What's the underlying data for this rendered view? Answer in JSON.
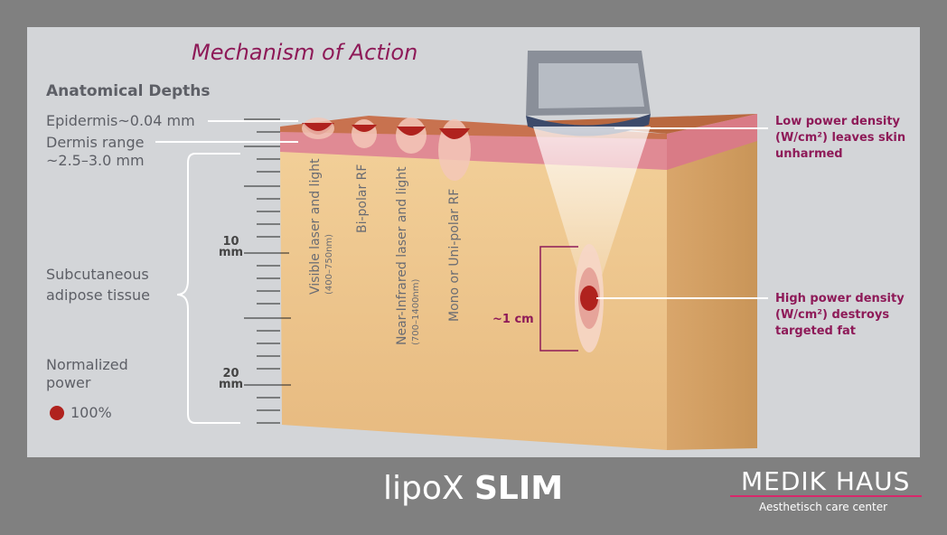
{
  "title": "Mechanism of Action",
  "anatomical_header": "Anatomical Depths",
  "epidermis": "Epidermis~0.04 mm",
  "dermis_line1": "Dermis range",
  "dermis_line2": "~2.5–3.0 mm",
  "subcutaneous_line1": "Subcutaneous",
  "subcutaneous_line2": "adipose tissue",
  "normalized_line1": "Normalized",
  "normalized_line2": "power",
  "power_value": "100%",
  "ruler": {
    "mark1_value": "10",
    "mark1_unit": "mm",
    "mark2_value": "20",
    "mark2_unit": "mm"
  },
  "modalities": [
    {
      "label": "Visible laser and light",
      "sub": "(400–750nm)"
    },
    {
      "label": "Bi-polar RF",
      "sub": ""
    },
    {
      "label": "Near-Infrared laser and light",
      "sub": "(700–1400nm)"
    },
    {
      "label": "Mono or Uni-polar RF",
      "sub": ""
    }
  ],
  "focus_size": "~1 cm",
  "low_power": {
    "line1": "Low power density",
    "line2": "(W/cm²) leaves skin",
    "line3": "unharmed"
  },
  "high_power": {
    "line1": "High power density",
    "line2": "(W/cm²) destroys",
    "line3": "targeted fat"
  },
  "brand": {
    "light": "lipoX ",
    "bold": "SLIM"
  },
  "logo": {
    "name": "MEDIK HAUS",
    "tagline": "Aesthetisch care center"
  },
  "colors": {
    "accent": "#8e1a58",
    "power_red": "#b0221e",
    "fat": "#f0c98e",
    "skin": "#e38a93"
  }
}
